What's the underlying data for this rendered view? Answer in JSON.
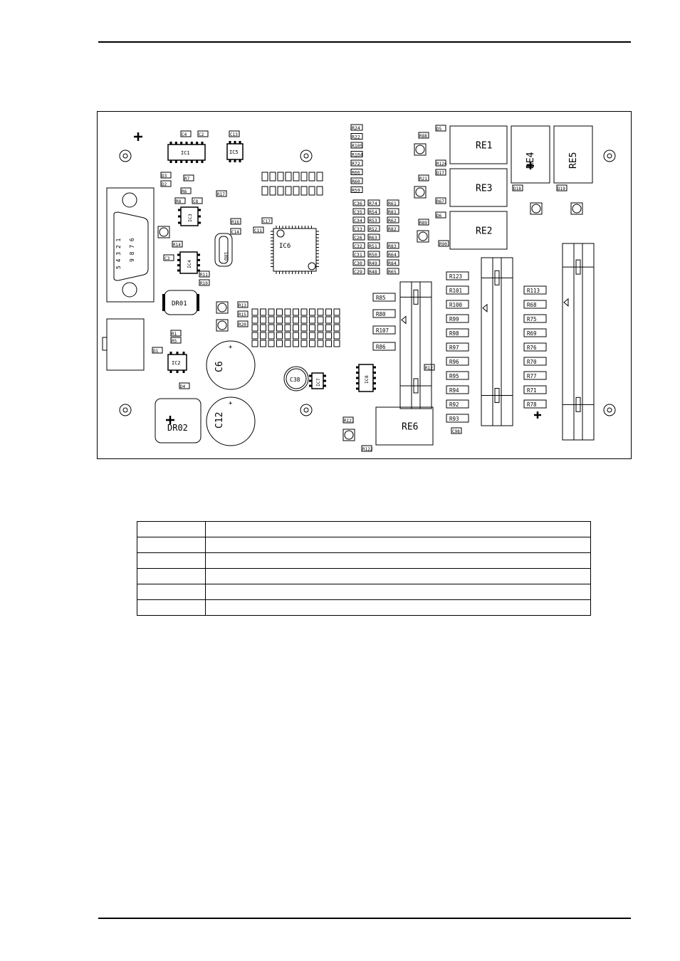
{
  "board": {
    "relays": [
      {
        "ref": "RE1",
        "orient": "h"
      },
      {
        "ref": "RE3",
        "orient": "h"
      },
      {
        "ref": "RE2",
        "orient": "h"
      },
      {
        "ref": "RE4",
        "orient": "v"
      },
      {
        "ref": "RE5",
        "orient": "v"
      },
      {
        "ref": "RE6",
        "orient": "h"
      }
    ],
    "ics": [
      "IC1",
      "IC5",
      "IC3",
      "IC4",
      "IC6",
      "IC2",
      "IC7",
      "IC8"
    ],
    "chokes": [
      "DR01",
      "DR02"
    ],
    "capacitors_large": [
      "C6",
      "C12",
      "C38"
    ],
    "crystal": "QU1",
    "connector_pins": [
      "5 4 3 2 1",
      "9 8 7 6"
    ],
    "resistor_column_1": [
      "R123",
      "R101",
      "R100",
      "R99",
      "R98",
      "R97",
      "R96",
      "R95",
      "R94",
      "R92",
      "R93"
    ],
    "resistor_column_2": [
      "R113",
      "R68",
      "R75",
      "R69",
      "R76",
      "R70",
      "R77",
      "R71",
      "R78"
    ],
    "resistors_mid": [
      "R85",
      "R80",
      "R107",
      "R86"
    ],
    "smd_group_top": [
      "R24",
      "R22",
      "R105",
      "R104",
      "R72",
      "R66",
      "R60",
      "R59"
    ],
    "smd_group_mid": [
      [
        "C36",
        "R74",
        "R61"
      ],
      [
        "C35",
        "R54",
        "R81"
      ],
      [
        "C34",
        "R53",
        "R62"
      ],
      [
        "C33",
        "R52",
        "R82"
      ],
      [
        "C26",
        "R63"
      ],
      [
        "C32",
        "R51",
        "R83"
      ],
      [
        "C31",
        "R50",
        "R64"
      ],
      [
        "C30",
        "R49",
        "R84"
      ],
      [
        "C29",
        "R48",
        "R65"
      ]
    ],
    "small_labels": [
      "C4",
      "C2",
      "C13",
      "D3",
      "D2",
      "R7",
      "R6",
      "R8",
      "C8",
      "R17",
      "R14",
      "C3",
      "R11",
      "R10",
      "C17",
      "C11",
      "R16",
      "C14",
      "R13",
      "R15",
      "R20",
      "R1",
      "R5",
      "D1",
      "D4",
      "C38",
      "R12",
      "C98",
      "R121",
      "R122",
      "R124",
      "D5",
      "D17",
      "D18",
      "D19",
      "D6",
      "R67",
      "R90",
      "R88",
      "R21",
      "R89"
    ]
  },
  "table": {
    "rows": [
      [
        "",
        ""
      ],
      [
        "",
        ""
      ],
      [
        "",
        ""
      ],
      [
        "",
        ""
      ],
      [
        "",
        ""
      ],
      [
        "",
        ""
      ]
    ]
  }
}
